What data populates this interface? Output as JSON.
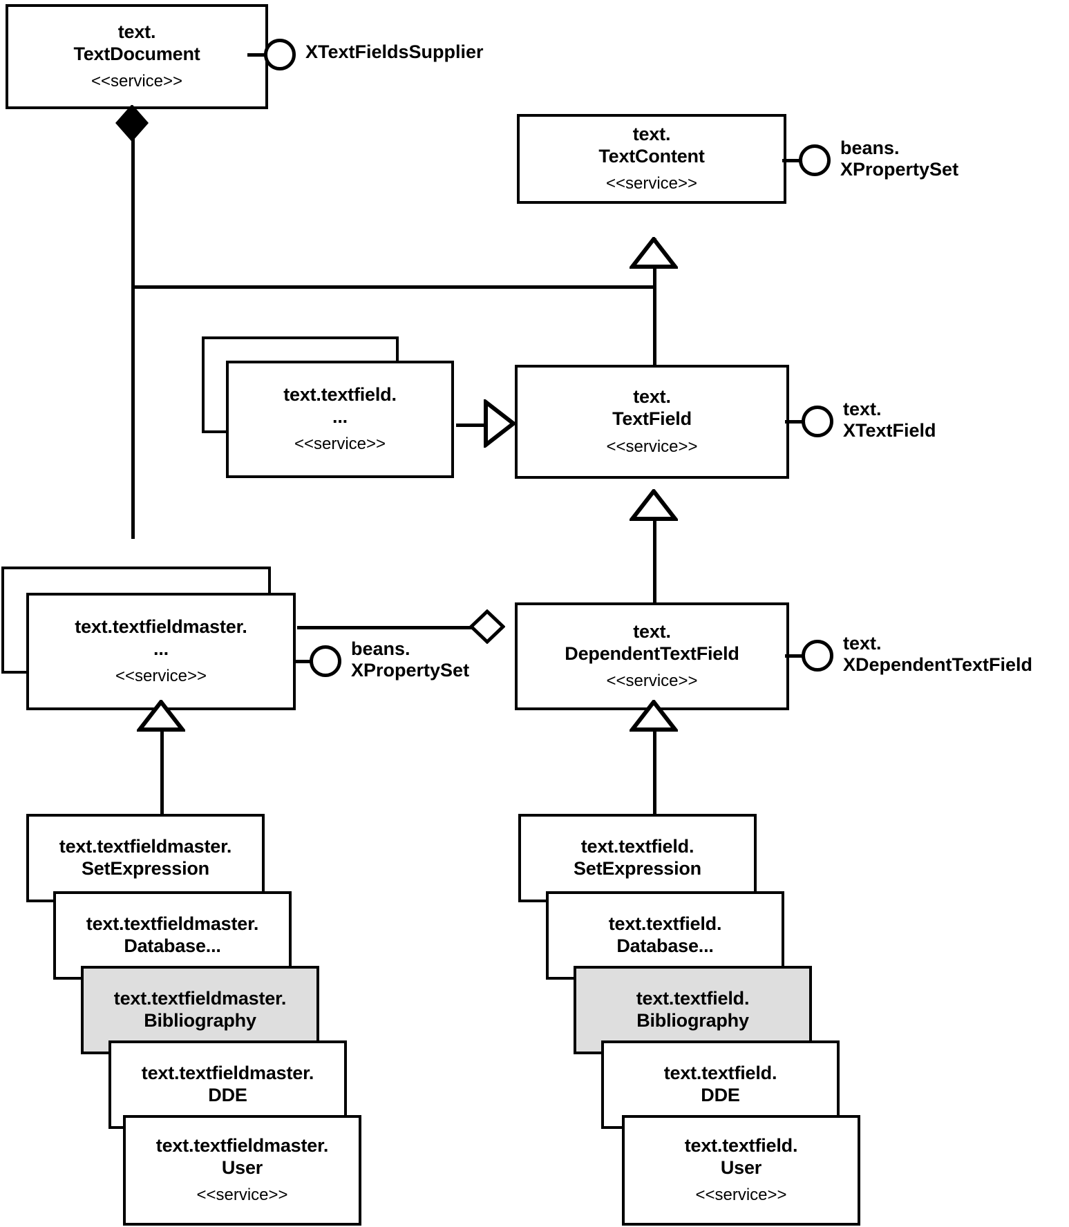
{
  "diagram": {
    "title": "Text Fields UML service diagram",
    "type": "uml-class-diagram",
    "stereotype": "<<service>>",
    "colors": {
      "line": "#000000",
      "box_fill": "#ffffff",
      "highlight_fill": "#dedede"
    }
  },
  "nodes": {
    "text_document": {
      "line1": "text.",
      "line2": "TextDocument",
      "stereotype": "<<service>>"
    },
    "text_content": {
      "line1": "text.",
      "line2": "TextContent",
      "stereotype": "<<service>>"
    },
    "textfield_any": {
      "line1": "text.textfield.",
      "line2": "...",
      "stereotype": "<<service>>"
    },
    "text_field": {
      "line1": "text.",
      "line2": "TextField",
      "stereotype": "<<service>>"
    },
    "textfieldmaster_any": {
      "line1": "text.textfieldmaster.",
      "line2": "...",
      "stereotype": "<<service>>"
    },
    "dependent_textfield": {
      "line1": "text.",
      "line2": "DependentTextField",
      "stereotype": "<<service>>"
    },
    "tfm_setexpression": {
      "line1": "text.textfieldmaster.",
      "line2": "SetExpression",
      "stereotype": ""
    },
    "tfm_database": {
      "line1": "text.textfieldmaster.",
      "line2": "Database...",
      "stereotype": ""
    },
    "tfm_bibliography": {
      "line1": "text.textfieldmaster.",
      "line2": "Bibliography",
      "stereotype": ""
    },
    "tfm_dde": {
      "line1": "text.textfieldmaster.",
      "line2": "DDE",
      "stereotype": ""
    },
    "tfm_user": {
      "line1": "text.textfieldmaster.",
      "line2": "User",
      "stereotype": "<<service>>"
    },
    "tf_setexpression": {
      "line1": "text.textfield.",
      "line2": "SetExpression",
      "stereotype": ""
    },
    "tf_database": {
      "line1": "text.textfield.",
      "line2": "Database...",
      "stereotype": ""
    },
    "tf_bibliography": {
      "line1": "text.textfield.",
      "line2": "Bibliography",
      "stereotype": ""
    },
    "tf_dde": {
      "line1": "text.textfield.",
      "line2": "DDE",
      "stereotype": ""
    },
    "tf_user": {
      "line1": "text.textfield.",
      "line2": "User",
      "stereotype": "<<service>>"
    }
  },
  "interfaces": {
    "x_textfields_supplier": {
      "line1": "XTextFieldsSupplier",
      "line2": ""
    },
    "beans_xpropertyset_top": {
      "line1": "beans.",
      "line2": "XPropertySet"
    },
    "x_textfield": {
      "line1": "text.",
      "line2": "XTextField"
    },
    "beans_xpropertyset_left": {
      "line1": "beans.",
      "line2": "XPropertySet"
    },
    "x_dependent_textfield": {
      "line1": "text.",
      "line2": "XDependentTextField"
    }
  },
  "relations": [
    {
      "from": "text_document",
      "to": "textfieldmaster_any",
      "kind": "composition"
    },
    {
      "from": "text_field",
      "to": "text_content",
      "kind": "generalization"
    },
    {
      "from": "textfield_any",
      "to": "text_field",
      "kind": "generalization"
    },
    {
      "from": "dependent_textfield",
      "to": "text_field",
      "kind": "generalization"
    },
    {
      "from": "textfieldmaster_any",
      "to": "dependent_textfield",
      "kind": "aggregation"
    },
    {
      "from": "tfm_setexpression",
      "to": "textfieldmaster_any",
      "kind": "generalization"
    },
    {
      "from": "tf_setexpression",
      "to": "dependent_textfield",
      "kind": "generalization"
    }
  ]
}
